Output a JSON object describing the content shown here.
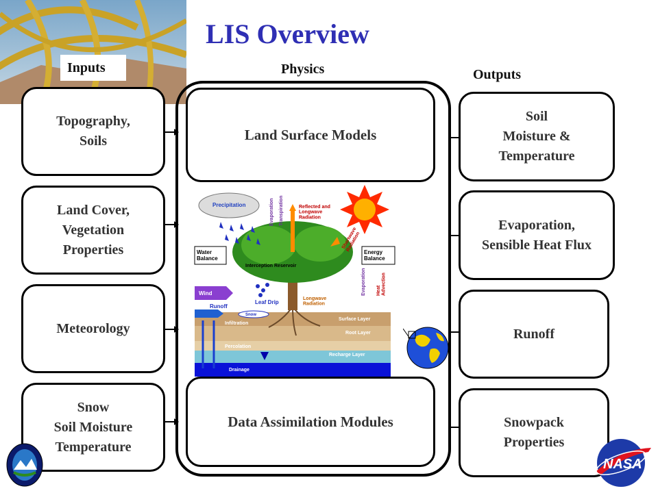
{
  "title": "LIS Overview",
  "headers": {
    "inputs": "Inputs",
    "physics": "Physics",
    "outputs": "Outputs"
  },
  "inputs": [
    "Topography,\nSoils",
    "Land Cover,\nVegetation\nProperties",
    "Meteorology",
    "Snow\nSoil Moisture\nTemperature"
  ],
  "physics": {
    "top": "Land Surface Models",
    "bottom": "Data Assimilation Modules"
  },
  "outputs": [
    "Soil\nMoisture &\nTemperature",
    "Evaporation,\nSensible Heat Flux",
    "Runoff",
    "Snowpack\nProperties"
  ],
  "illustration_labels": {
    "precipitation": "Precipitation",
    "evaporation_top": "Evaporation",
    "transpiration": "Transpiration",
    "reflected": "Reflected and\nLongwave\nRadiation",
    "shortwave": "Shortwave\nRadiation",
    "water_balance": "Water\nBalance",
    "energy_balance": "Energy\nBalance",
    "interception": "Interception Reservoir",
    "wind": "Wind",
    "leaf_drip": "Leaf Drip",
    "longwave": "Longwave\nRadiation",
    "evaporation_side": "Evaporation",
    "heat_advection": "Heat\nAdvection",
    "runoff": "Runoff",
    "snow": "Snow",
    "infiltration": "Infiltration",
    "surface_layer": "Surface Layer",
    "root_layer": "Root Layer",
    "percolation": "Percolation",
    "recharge_layer": "Recharge Layer",
    "drainage": "Drainage"
  },
  "logos": {
    "nasa": "NASA"
  },
  "colors": {
    "title": "#2f2fb4",
    "soil": "#d9b98a",
    "water": "#0000cc",
    "tree": "#2e8b1e",
    "sun": "#ff2a00"
  }
}
